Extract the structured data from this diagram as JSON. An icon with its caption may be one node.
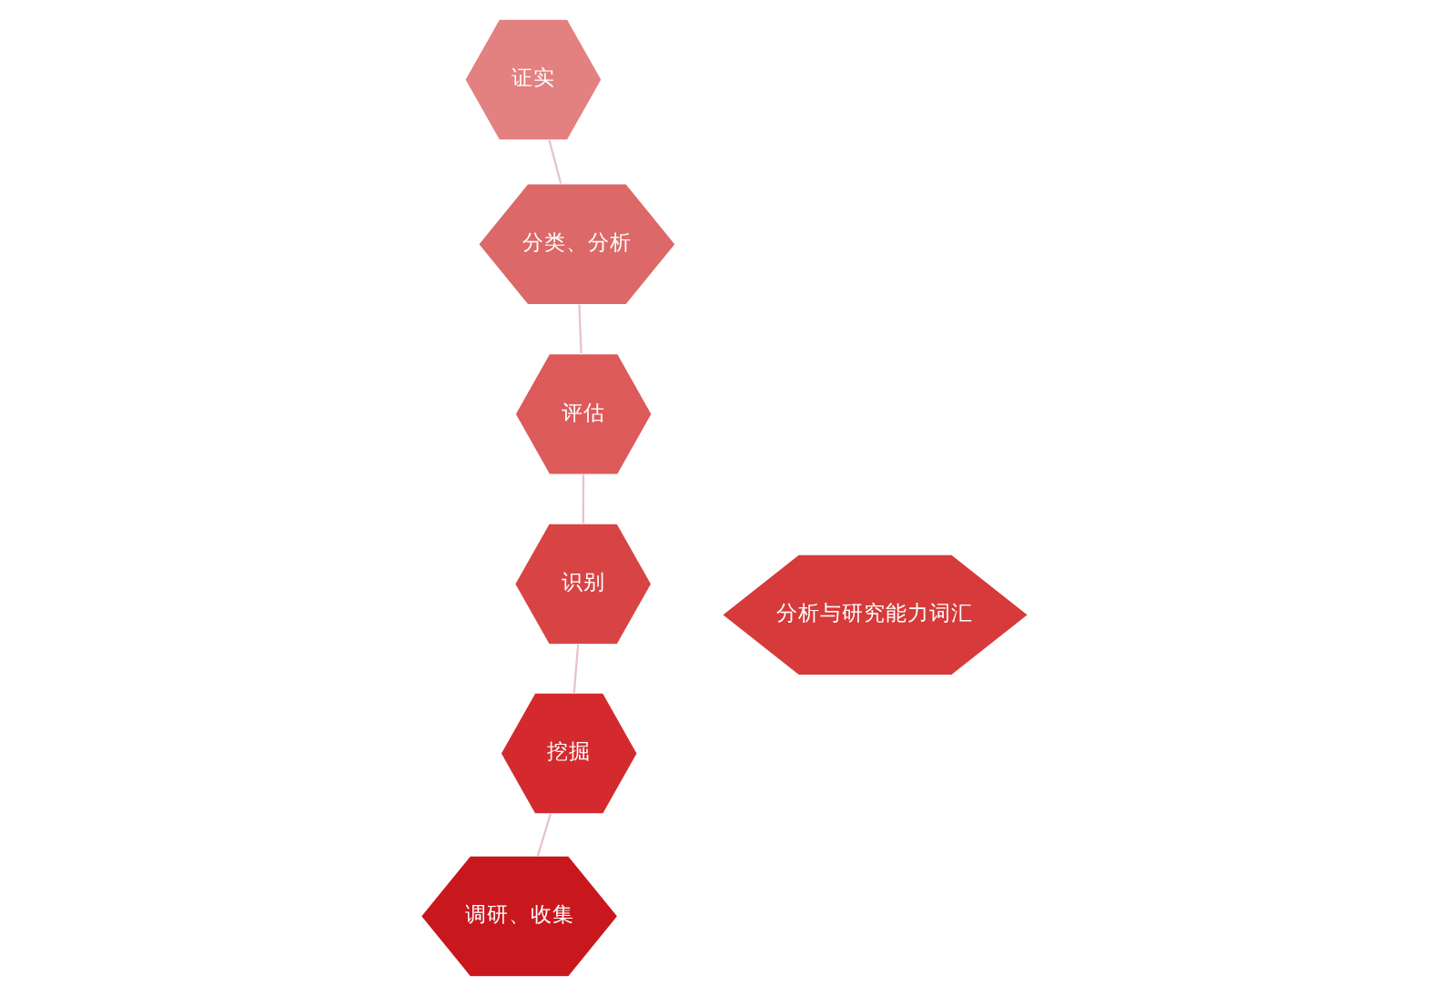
{
  "diagram": {
    "nodes": [
      {
        "text": [
          "分析与研究能力词汇"
        ]
      },
      {
        "text": [
          "调研、收集"
        ]
      },
      {
        "text": [
          "挖掘"
        ]
      },
      {
        "text": [
          "识别"
        ]
      },
      {
        "text": [
          "评估"
        ]
      },
      {
        "text": [
          "分类、分析"
        ]
      },
      {
        "text": [
          "证实"
        ]
      }
    ],
    "edges": [
      {
        "from": 1,
        "to": 2,
        "arrow": "none"
      },
      {
        "from": 2,
        "to": 3,
        "arrow": "none"
      },
      {
        "from": 3,
        "to": 4,
        "arrow": "none"
      },
      {
        "from": 4,
        "to": 5,
        "arrow": "none"
      },
      {
        "from": 5,
        "to": 6,
        "arrow": "none"
      }
    ]
  }
}
